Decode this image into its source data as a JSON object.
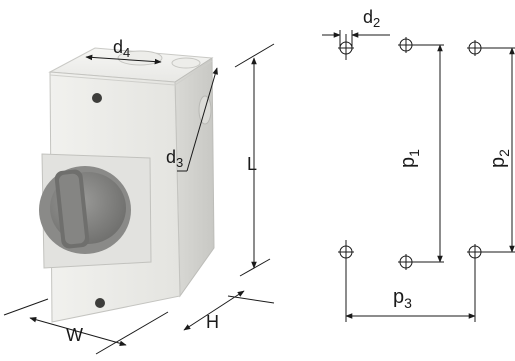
{
  "switch_dimensions": {
    "d4": {
      "base": "d",
      "sub": "4"
    },
    "d3": {
      "base": "d",
      "sub": "3"
    },
    "L": "L",
    "W": "W",
    "H": "H"
  },
  "mounting_dimensions": {
    "d2": {
      "base": "d",
      "sub": "2"
    },
    "p1": {
      "base": "p",
      "sub": "1"
    },
    "p2": {
      "base": "p",
      "sub": "2"
    },
    "p3": {
      "base": "p",
      "sub": "3"
    }
  },
  "colors": {
    "housing": "#e9e9e6",
    "housing_shade": "#d2d2cf",
    "knob": "#7d7d7b",
    "line": "#1a1a1a"
  }
}
